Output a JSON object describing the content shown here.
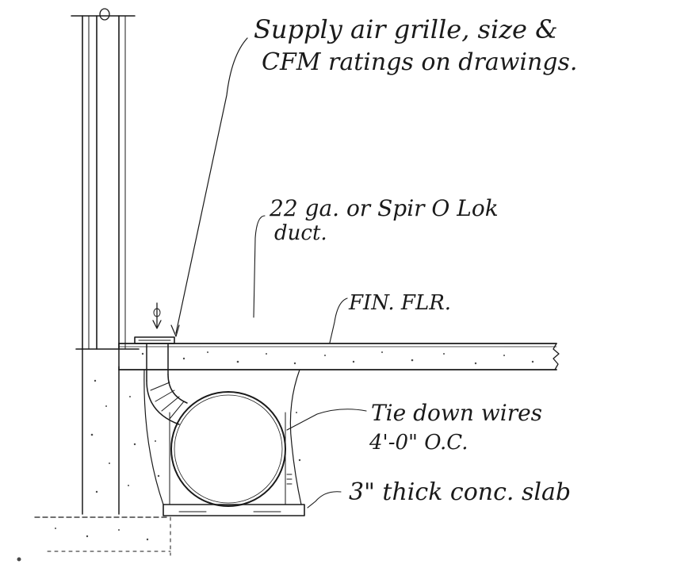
{
  "annotations": {
    "grille_line1": "Supply air grille, size &",
    "grille_line2": "CFM ratings on drawings.",
    "duct_line1": "22 ga. or Spir O Lok",
    "duct_line2": "duct.",
    "floor": "FIN. FLR.",
    "wires_line1": "Tie down wires",
    "wires_line2": "4'-0\" O.C.",
    "slab": "3\" thick conc. slab"
  },
  "colors": {
    "ink": "#1a1a1a",
    "paper": "#ffffff"
  }
}
